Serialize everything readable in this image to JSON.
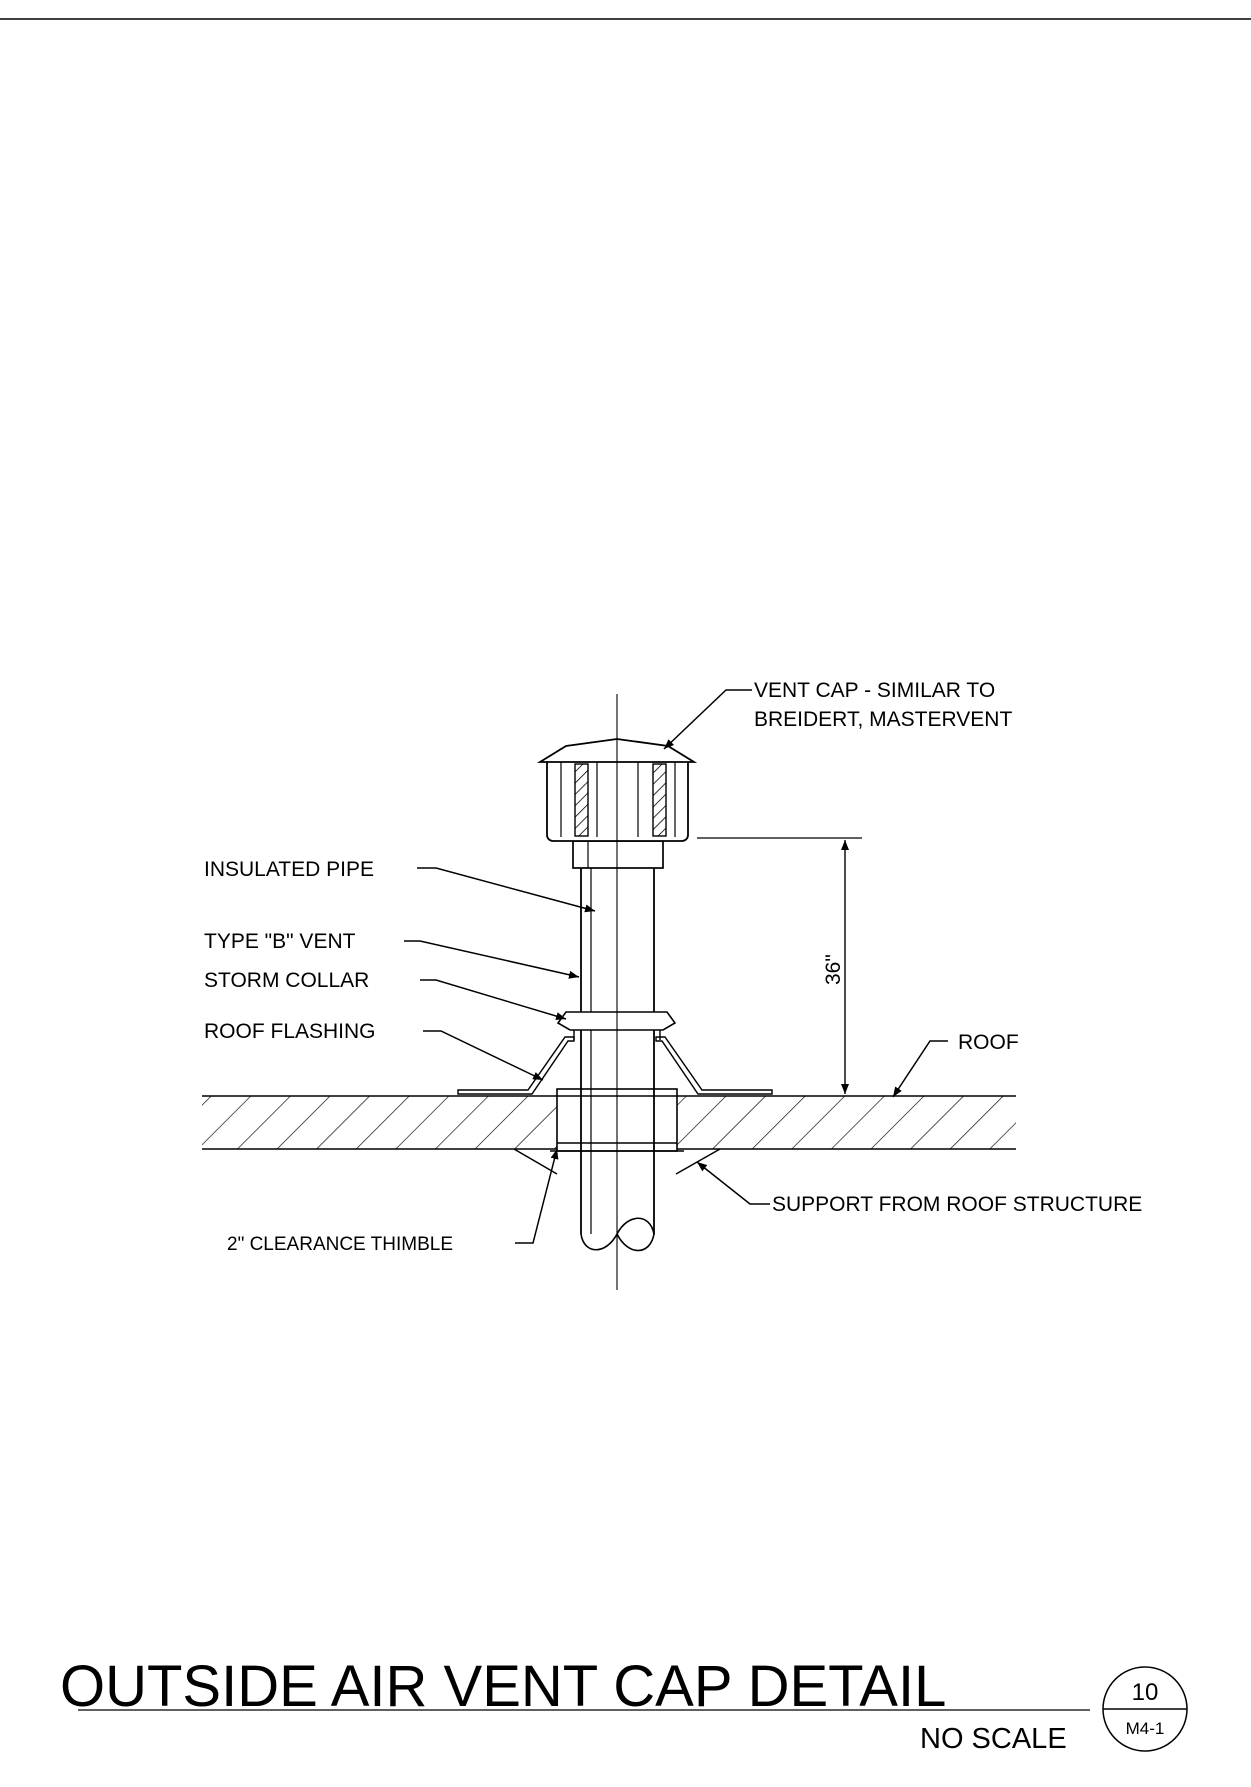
{
  "callouts": {
    "vent_cap_line1": "VENT CAP - SIMILAR TO",
    "vent_cap_line2": "BREIDERT, MASTERVENT",
    "insulated_pipe": "INSULATED PIPE",
    "type_b_vent": "TYPE \"B\" VENT",
    "storm_collar": "STORM COLLAR",
    "roof_flashing": "ROOF FLASHING",
    "roof": "ROOF",
    "support": "SUPPORT FROM ROOF STRUCTURE",
    "thimble": "2\" CLEARANCE THIMBLE"
  },
  "dimension": {
    "height": "36\""
  },
  "title_block": {
    "title": "OUTSIDE AIR VENT CAP DETAIL",
    "scale": "NO SCALE",
    "detail_number": "10",
    "sheet_number": "M4-1"
  },
  "colors": {
    "ink": "#000000",
    "paper": "#ffffff"
  }
}
